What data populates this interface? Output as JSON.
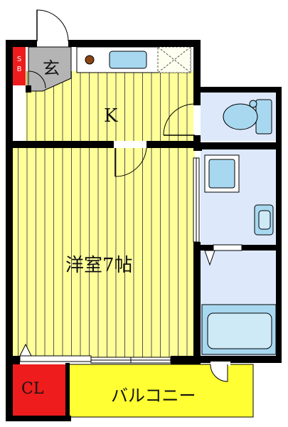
{
  "rooms": {
    "genkan": "玄",
    "kitchen": "K",
    "western_room": "洋室7帖",
    "closet": "CL",
    "balcony": "バルコニー",
    "shoe_box_top": "S",
    "shoe_box_bottom": "B"
  },
  "colors": {
    "floor": "#ffff99",
    "floor_stripe": "#555555",
    "wall": "#000000",
    "wet_area": "#dde9fb",
    "fixture": "#a8d8f0",
    "genkan": "#b4b4b4",
    "closet": "#ee1c1c",
    "shoe_box": "#ee1c1c",
    "balcony": "#ffff33",
    "stove_burner": "#8b4513"
  }
}
